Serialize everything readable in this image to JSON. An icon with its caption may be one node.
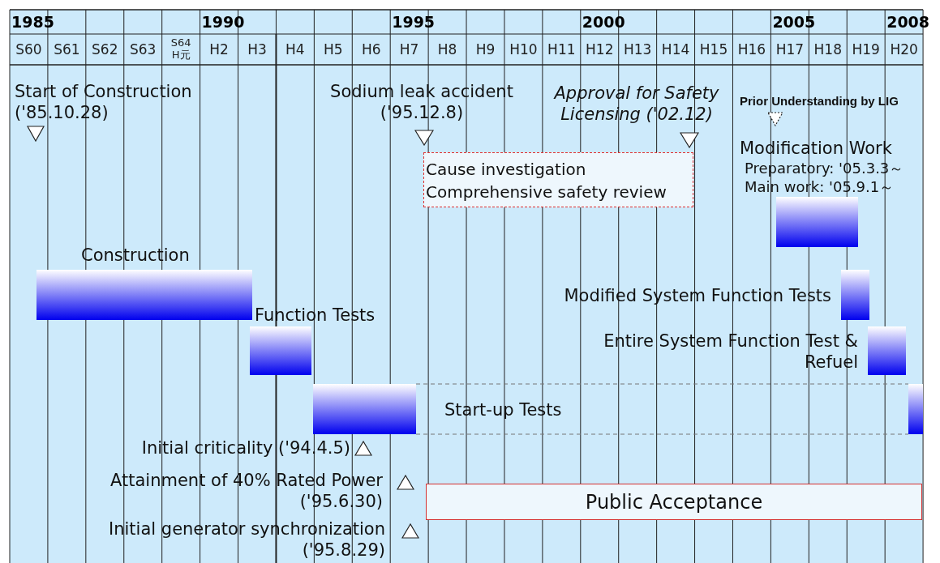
{
  "diagram": {
    "nodes": [
      {
        "text": [],
        "shape": "triangle",
        "beside": [
          "Start of Construction ('85.10.28)"
        ]
      },
      {
        "text": [],
        "shape": "bar",
        "beside": [
          "Construction"
        ]
      },
      {
        "text": [],
        "shape": "bar",
        "beside": [
          "Function Tests"
        ]
      },
      {
        "text": [],
        "shape": "bar",
        "beside": [
          "Start-up Tests"
        ]
      },
      {
        "text": [],
        "shape": "bar"
      },
      {
        "text": [],
        "shape": "triangle",
        "beside": [
          "Initial criticality ('94.4.5)"
        ]
      },
      {
        "text": [],
        "shape": "triangle",
        "beside": [
          "Attainment of 40% Rated Power ('95.6.30)"
        ]
      },
      {
        "text": [],
        "shape": "triangle",
        "beside": [
          "Initial generator synchronization ('95.8.29)"
        ]
      },
      {
        "text": [],
        "shape": "triangle",
        "beside": [
          "Sodium leak accident ('95.12.8)"
        ]
      },
      {
        "text": [
          "Cause investigation",
          "Comprehensive safety review"
        ]
      },
      {
        "text": [],
        "shape": "triangle",
        "beside": [
          "Approval for Safety Licensing ('02.12)"
        ]
      },
      {
        "text": [],
        "shape": "triangle",
        "beside": [
          "Prior Understanding by LIG"
        ]
      },
      {
        "text": [],
        "shape": "bar",
        "beside": [
          "Modification Work",
          "Preparatory: '05.3.3～",
          "Main work: '05.9.1～"
        ]
      },
      {
        "text": [],
        "shape": "bar",
        "beside": [
          "Modified System Function Tests"
        ]
      },
      {
        "text": [],
        "shape": "bar",
        "beside": [
          "Entire System Function Test & Refuel"
        ]
      },
      {
        "text": [
          "Public Acceptance"
        ]
      }
    ],
    "edges": [
      {
        "from": 3,
        "to": 4,
        "arrow": "none",
        "style": "dashed"
      }
    ],
    "labels": [
      "1985",
      "1990",
      "1995",
      "2000",
      "2005",
      "2008",
      "S60",
      "S61",
      "S62",
      "S63",
      "S64 H元",
      "H2",
      "H3",
      "H4",
      "H5",
      "H6",
      "H7",
      "H8",
      "H9",
      "H10",
      "H11",
      "H12",
      "H13",
      "H14",
      "H15",
      "H16",
      "H17",
      "H18",
      "H19",
      "H20"
    ]
  }
}
